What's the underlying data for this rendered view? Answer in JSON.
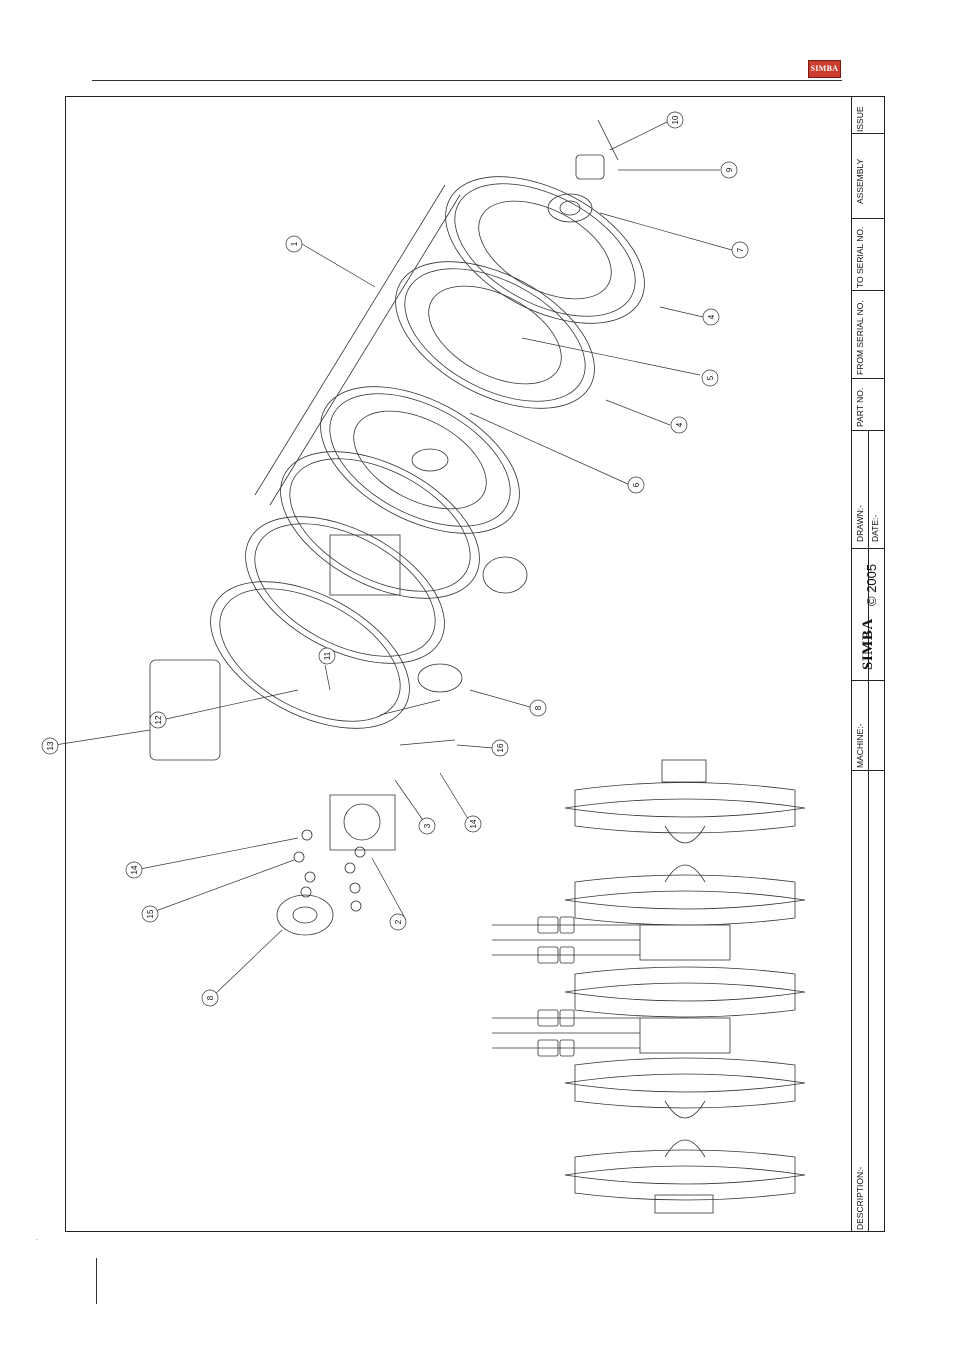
{
  "header": {
    "logo_text": "SIMBA"
  },
  "title_block": {
    "issue_label": "ISSUE",
    "assembly_label": "ASSEMBLY",
    "to_serial_label": "TO SERIAL NO.",
    "from_serial_label": "FROM SERIAL NO.",
    "part_no_label": "PART NO.",
    "drawn_label": "DRAWN:-",
    "date_label": "DATE:-",
    "brand": "SIMBA",
    "copyright": "© 2005",
    "machine_label": "MACHINE:-",
    "description_label": "DESCRIPTION:-"
  },
  "callouts": [
    "1",
    "2",
    "3",
    "4",
    "4",
    "5",
    "6",
    "7",
    "8",
    "8",
    "9",
    "10",
    "11",
    "12",
    "13",
    "14",
    "14",
    "15",
    "16"
  ],
  "colors": {
    "line": "#222222",
    "logo_red": "#c93c2e"
  }
}
